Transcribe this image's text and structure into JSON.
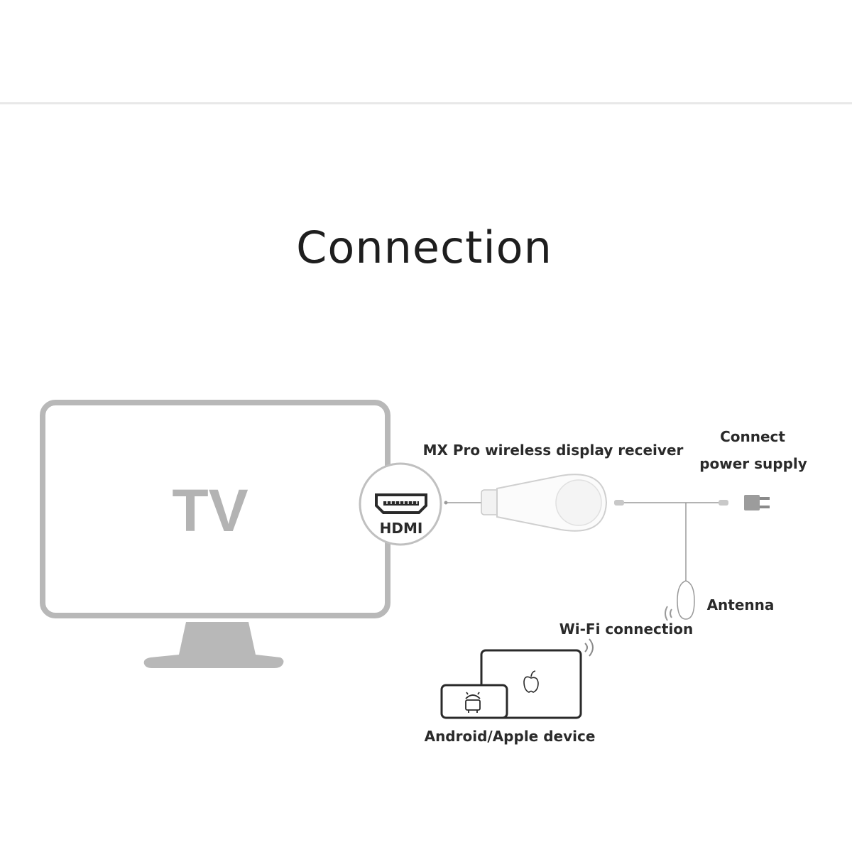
{
  "title": "Connection",
  "tv_label": "TV",
  "hdmi_label": "HDMI",
  "receiver_label": "MX Pro wireless display receiver",
  "power_label_line1": "Connect",
  "power_label_line2": "power supply",
  "antenna_label": "Antenna",
  "wifi_label": "Wi-Fi connection",
  "device_label": "Android/Apple device",
  "icons": {
    "hdmi": "hdmi-port-icon",
    "plug": "power-plug-icon",
    "antenna": "antenna-icon",
    "wifi": "wifi-signal-icon",
    "android": "android-icon",
    "apple": "apple-icon"
  },
  "colors": {
    "tv_gray": "#b8b8b8",
    "line_gray": "#9a9a9a",
    "text": "#2a2a2a"
  }
}
